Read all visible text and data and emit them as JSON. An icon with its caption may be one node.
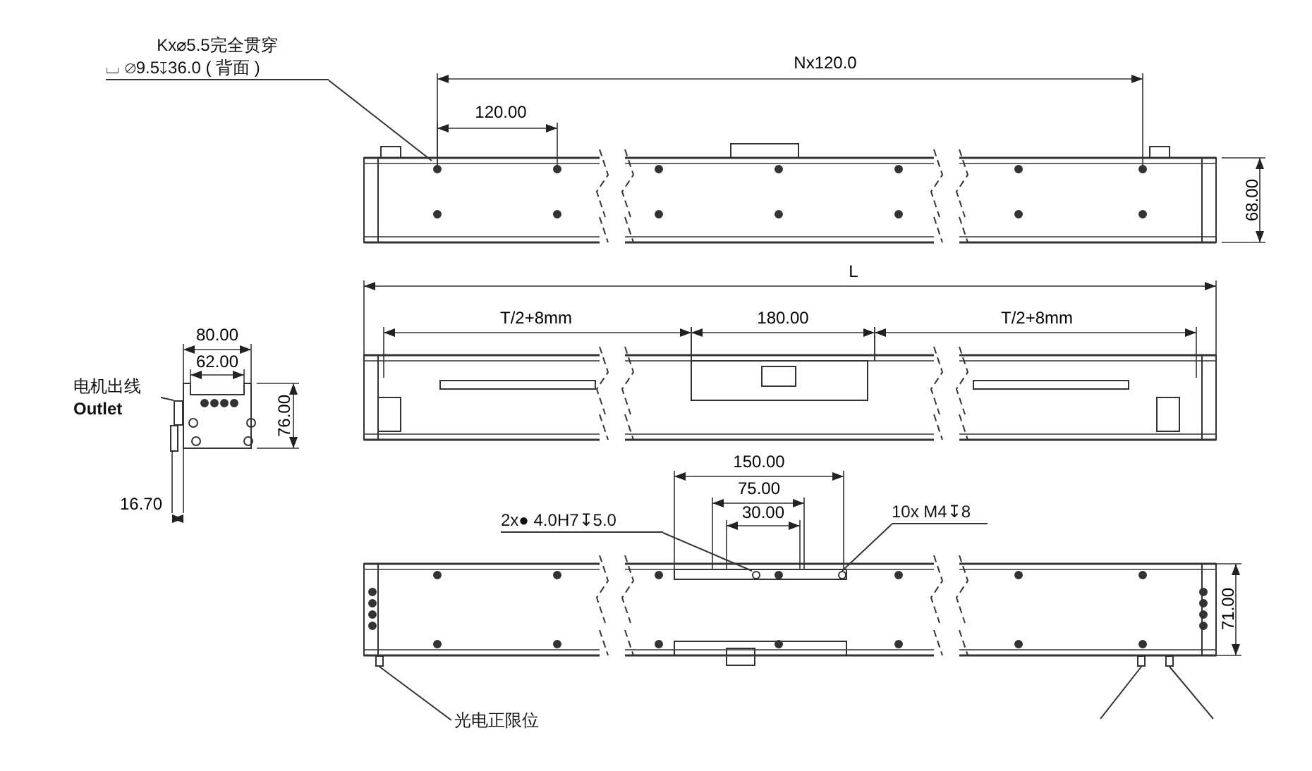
{
  "diagram": {
    "nodes": [
      {
        "text": [
          "Kx⌀5.5完全贯穿",
          "⌴ ⌀9.5↧36.0 ( 背面 )"
        ]
      },
      {
        "text": [
          "电机出线",
          "Outlet"
        ]
      },
      {
        "text": [
          "2x● 4.0H7↧5.0"
        ]
      },
      {
        "text": [
          "10x M4↧8"
        ]
      },
      {
        "text": [
          "光电正限位"
        ]
      },
      {
        "text": [],
        "shape": "box"
      },
      {
        "text": [],
        "shape": "box"
      },
      {
        "text": [],
        "shape": "circle"
      },
      {
        "text": [],
        "shape": "circle"
      },
      {
        "text": [],
        "shape": "box"
      },
      {
        "text": [],
        "shape": "box"
      }
    ],
    "edges": [
      {
        "from": 0,
        "to": null,
        "arrow": "none"
      },
      {
        "from": 1,
        "to": 5,
        "arrow": "none"
      },
      {
        "from": 2,
        "to": 7,
        "arrow": "none"
      },
      {
        "from": 3,
        "to": 8,
        "arrow": "none"
      },
      {
        "from": 4,
        "to": 6,
        "arrow": "none"
      },
      {
        "from": 9,
        "to": null,
        "arrow": "none"
      },
      {
        "from": 10,
        "to": null,
        "arrow": "none"
      }
    ],
    "labels": [
      "Nx120.0",
      "120.00",
      "68.00",
      "L",
      "T/2+8mm",
      "180.00",
      "T/2+8mm",
      "80.00",
      "62.00",
      "76.00",
      "16.70",
      "150.00",
      "75.00",
      "30.00",
      "71.00"
    ]
  }
}
